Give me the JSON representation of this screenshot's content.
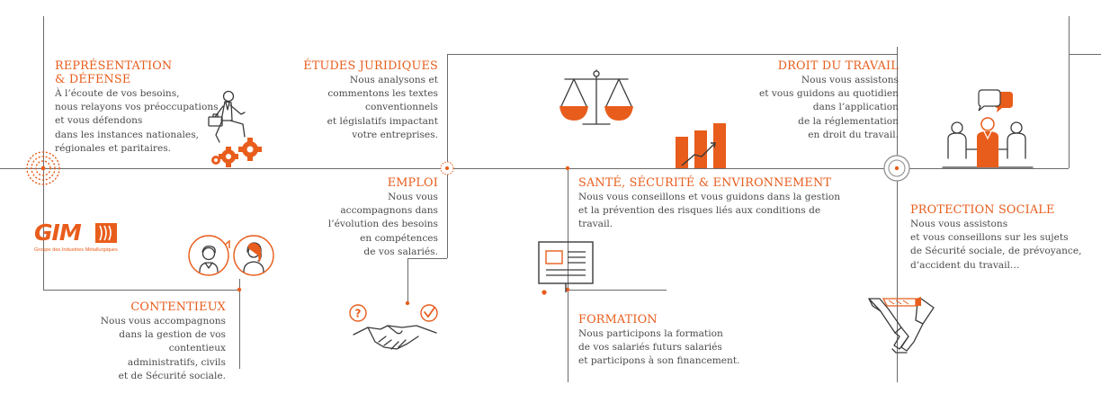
{
  "accent_color": "#e85d1c",
  "line_color": "#6b6b6b",
  "logo": {
    "word": "GIM",
    "subtitle": "Groupe des Industries Métallurgiques"
  },
  "sections": {
    "representation": {
      "title": "REPRÉSENTATION\n& DÉFENSE",
      "body": "À l’écoute de vos besoins,\nnous relayons vos préoccupations\net vous défendons\ndans les instances nationales,\nrégionales et paritaires.",
      "icon": "businessman-gears-icon"
    },
    "etudes": {
      "title": "ÉTUDES JURIDIQUES",
      "body": "Nous analysons et\ncommentons les textes\nconventionnels\net législatifs impactant\nvotre entreprises.",
      "icon": "scales-icon"
    },
    "droit": {
      "title": "DROIT DU TRAVAIL",
      "body": "Nous vous assistons\net vous guidons au quotidien\ndans l’application\nde la réglementation\nen droit du travail.",
      "icon": "meeting-people-icon"
    },
    "emploi": {
      "title": "EMPLOI",
      "body": "Nous vous\naccompagnons dans\nl’évolution des besoins\nen compétences\nde vos salariés.",
      "icon": "handshake-icon"
    },
    "sante": {
      "title": "SANTÉ, SÉCURITÉ & ENVIRONNEMENT",
      "body": "Nous vous conseillons et vous guidons dans la gestion\net la prévention des risques liés aux conditions de travail.",
      "icon": "bar-chart-icon"
    },
    "protection": {
      "title": "PROTECTION SOCIALE",
      "body": "Nous vous assistons\net vous conseillons sur les sujets\nde Sécurité sociale, de prévoyance,\nd’accident du travail…",
      "icon": "linked-arms-icon"
    },
    "contentieux": {
      "title": "CONTENTIEUX",
      "body": "Nous vous accompagnons\ndans la gestion de vos contentieux\nadministratifs, civils\net de Sécurité sociale.",
      "icon": "people-faces-icon"
    },
    "formation": {
      "title": "FORMATION",
      "body": "Nous participons la formation\nde vos salariés futurs salariés\net participons à son financement.",
      "icon": "presentation-board-icon"
    }
  }
}
